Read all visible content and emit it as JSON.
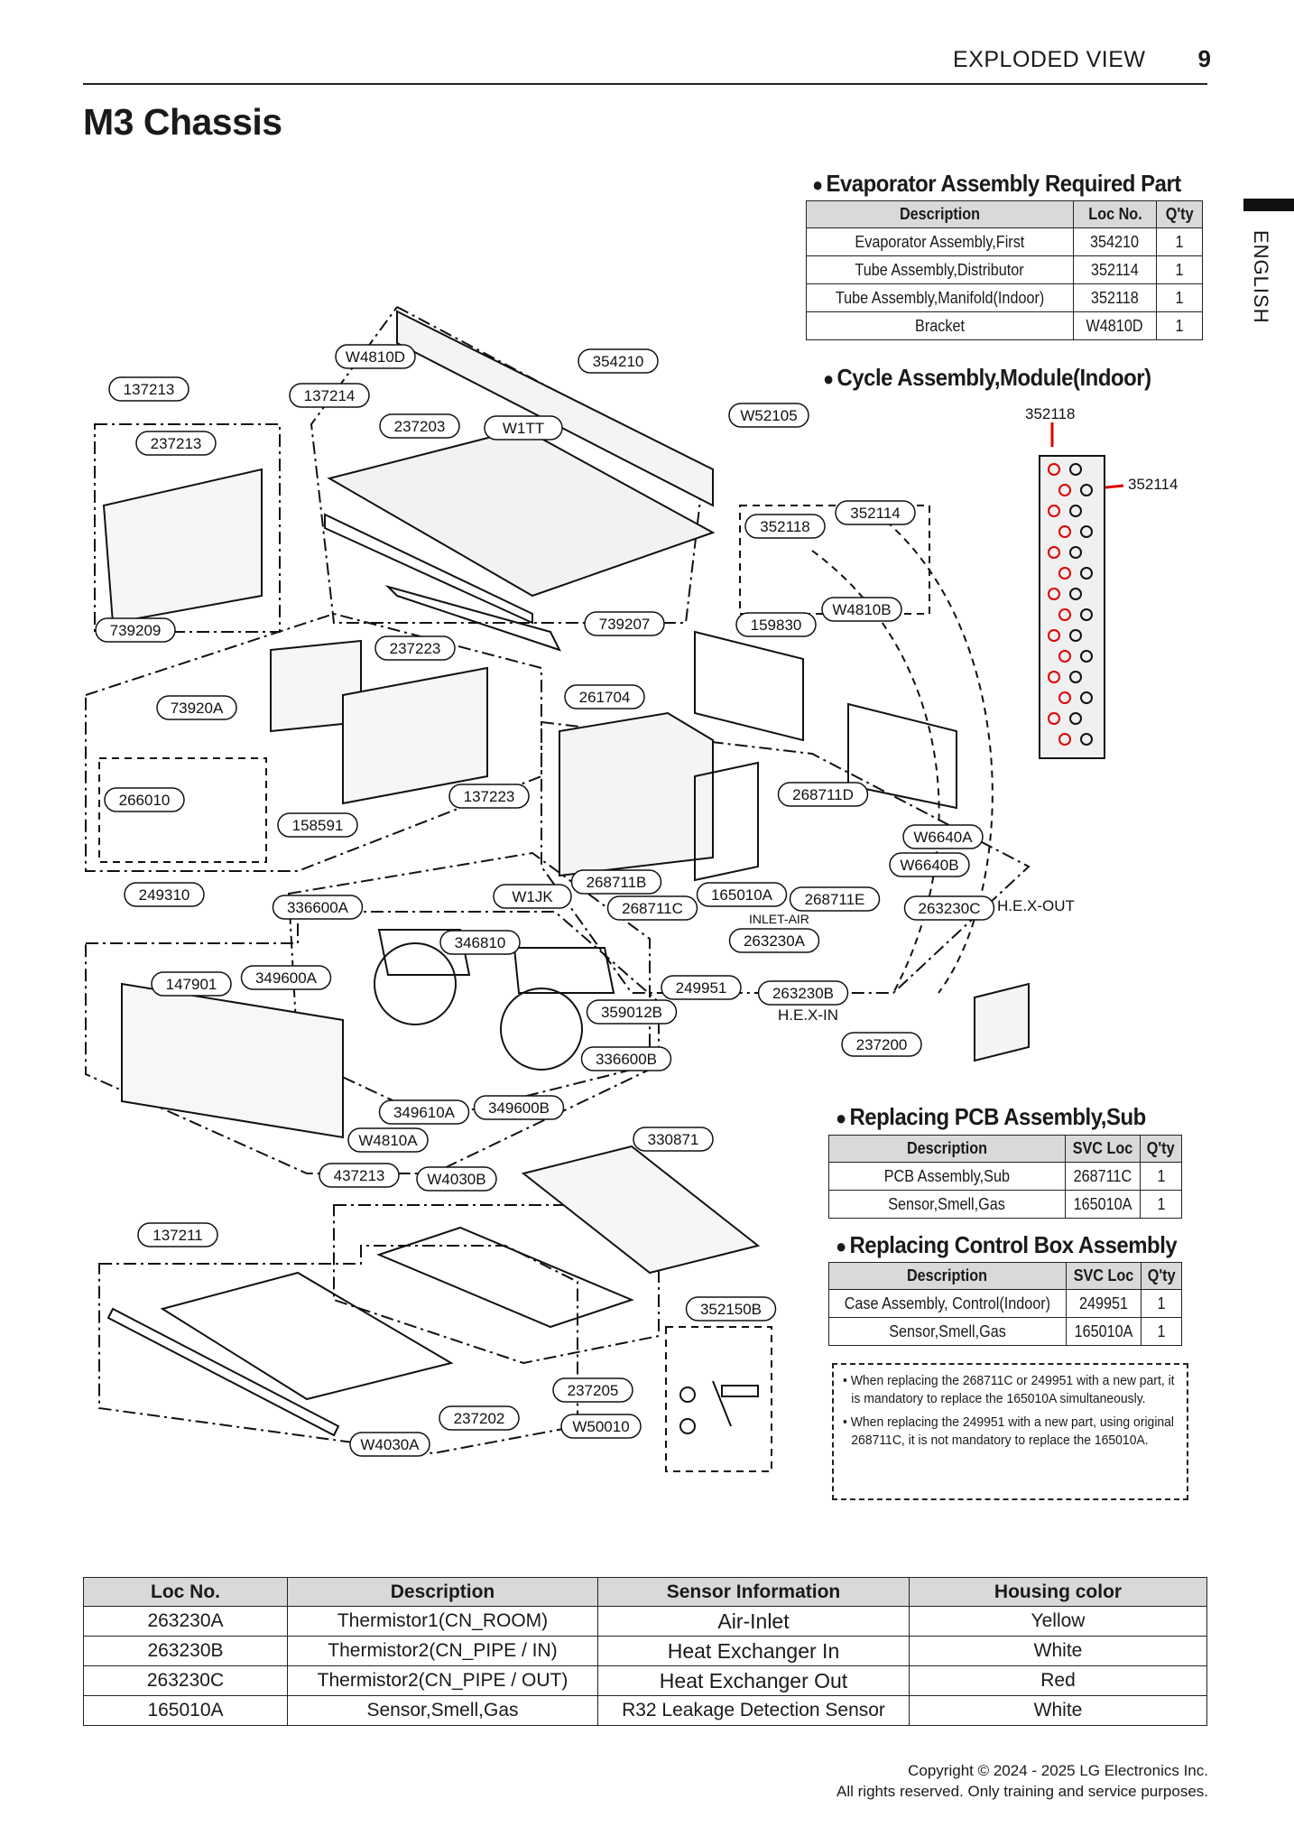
{
  "header": {
    "title": "EXPLODED VIEW",
    "page": "9"
  },
  "page_title": "M3 Chassis",
  "side_label": "ENGLISH",
  "evaporator": {
    "title": "Evaporator Assembly Required Part",
    "columns": [
      "Description",
      "Loc No.",
      "Q'ty"
    ],
    "rows": [
      [
        "Evaporator Assembly,First",
        "354210",
        "1"
      ],
      [
        "Tube Assembly,Distributor",
        "352114",
        "1"
      ],
      [
        "Tube Assembly,Manifold(Indoor)",
        "352118",
        "1"
      ],
      [
        "Bracket",
        "W4810D",
        "1"
      ]
    ]
  },
  "cycle": {
    "title": "Cycle Assembly,Module(Indoor)",
    "label_top": "352118",
    "label_side": "352114"
  },
  "pcb": {
    "title": "Replacing PCB Assembly,Sub",
    "columns": [
      "Description",
      "SVC Loc",
      "Q'ty"
    ],
    "rows": [
      [
        "PCB Assembly,Sub",
        "268711C",
        "1"
      ],
      [
        "Sensor,Smell,Gas",
        "165010A",
        "1"
      ]
    ]
  },
  "control": {
    "title": "Replacing Control Box Assembly",
    "columns": [
      "Description",
      "SVC Loc",
      "Q'ty"
    ],
    "rows": [
      [
        "Case Assembly, Control(Indoor)",
        "249951",
        "1"
      ],
      [
        "Sensor,Smell,Gas",
        "165010A",
        "1"
      ]
    ]
  },
  "notes": [
    "• When replacing the 268711C or 249951 with a new part, it is mandatory to replace the 165010A simultaneously.",
    "• When replacing the 249951 with a new part, using original 268711C, it is not mandatory to replace the 165010A."
  ],
  "sensor_table": {
    "columns": [
      "Loc No.",
      "Description",
      "Sensor Information",
      "Housing color"
    ],
    "rows": [
      [
        "263230A",
        "Thermistor1(CN_ROOM)",
        "Air-Inlet",
        "Yellow"
      ],
      [
        "263230B",
        "Thermistor2(CN_PIPE / IN)",
        "Heat Exchanger In",
        "White"
      ],
      [
        "263230C",
        "Thermistor2(CN_PIPE / OUT)",
        "Heat Exchanger Out",
        "Red"
      ],
      [
        "165010A",
        "Sensor,Smell,Gas",
        "R32 Leakage Detection Sensor",
        "White"
      ]
    ]
  },
  "footer": {
    "line1": "Copyright © 2024 - 2025 LG Electronics Inc.",
    "line2": "All rights reserved. Only training and service purposes."
  },
  "diagram_labels": [
    "W4810D",
    "354210",
    "137213",
    "137214",
    "237203",
    "W1TT",
    "237213",
    "W52105",
    "352118",
    "352114",
    "739209",
    "739207",
    "159830",
    "W4810B",
    "237223",
    "73920A",
    "261704",
    "266010",
    "137223",
    "268711D",
    "158591",
    "W6640A",
    "W6640B",
    "268711B",
    "249310",
    "336600A",
    "W1JK",
    "165010A",
    "268711E",
    "268711C",
    "263230C",
    "346810",
    "263230A",
    "147901",
    "349600A",
    "249951",
    "263230B",
    "359012B",
    "237200",
    "336600B",
    "349610A",
    "349600B",
    "W4810A",
    "330871",
    "437213",
    "W4030B",
    "137211",
    "352150B",
    "237205",
    "237202",
    "W50010",
    "W4030A"
  ],
  "diagram_free_text": {
    "hex_out": "H.E.X-OUT",
    "inlet_air": "INLET-AIR",
    "hex_in": "H.E.X-IN"
  }
}
